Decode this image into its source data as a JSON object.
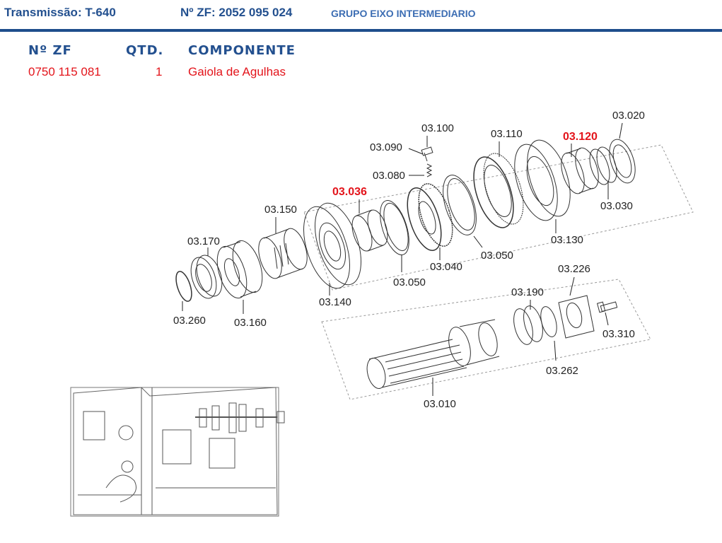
{
  "header": {
    "transmission": "Transmissão: T-640",
    "zf_number": "Nº ZF: 2052 095 024",
    "group": "GRUPO EIXO INTERMEDIARIO"
  },
  "table": {
    "columns": [
      "Nº ZF",
      "QTD.",
      "COMPONENTE"
    ],
    "row": {
      "zf": "0750 115 081",
      "qty": "1",
      "component": "Gaiola de Agulhas"
    }
  },
  "labels": {
    "p03100": "03.100",
    "p03090": "03.090",
    "p03080": "03.080",
    "p03036": "03.036",
    "p03110": "03.110",
    "p03120": "03.120",
    "p03020": "03.020",
    "p03030": "03.030",
    "p03130": "03.130",
    "p03150": "03.150",
    "p03170": "03.170",
    "p03260": "03.260",
    "p03160": "03.160",
    "p03140": "03.140",
    "p03050a": "03.050",
    "p03040": "03.040",
    "p03050b": "03.050",
    "p03226": "03.226",
    "p03190": "03.190",
    "p03310": "03.310",
    "p03262": "03.262",
    "p03010": "03.010"
  },
  "highlighted": [
    "03.036",
    "03.120"
  ],
  "colors": {
    "header_blue": "#23508f",
    "rule_blue": "#1e4e8c",
    "highlight_red": "#e3141b"
  }
}
